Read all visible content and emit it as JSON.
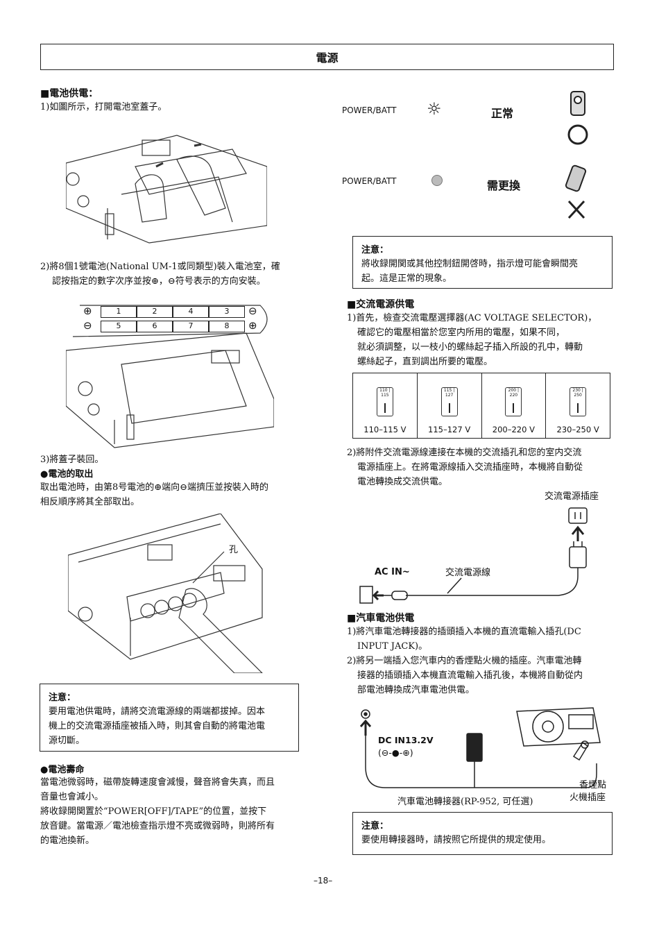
{
  "header": {
    "title": "電源"
  },
  "left": {
    "battery_power_heading": "電池供電：",
    "step1": "1)如圖所示，打開電池室蓋子。",
    "step2_line1": "2)將8個1號電池(National UM-1或同類型)裝入電池室，確",
    "step2_line2": "認按指定的數字次序並按⊕，⊖符号表示的方向安裝。",
    "battery_slots_top": [
      "1",
      "2",
      "4",
      "3"
    ],
    "battery_slots_bottom": [
      "5",
      "6",
      "7",
      "8"
    ],
    "step3": "3)將蓋子裝回。",
    "removal_heading": "●電池的取出",
    "removal_line1": "取出電池時，由第8号電池的⊕端向⊖端擠压並按裝入時的",
    "removal_line2": "相反順序將其全部取出。",
    "hole_label": "孔",
    "note1_title": "注意：",
    "note1_line1": "要用電池供電時，請將交流電源線的兩端都拔掉。因本",
    "note1_line2": "機上的交流電源插座被插入時，則其會自動的將電池電",
    "note1_line3": "源切斷。",
    "life_heading": "●電池壽命",
    "life_line1": "當電池微弱時，磁帶旋轉速度會減慢，聲音將會失真，而且",
    "life_line2": "音量也會減小。",
    "life_line3": "將收録開関置於“POWER[OFF]/TAPE”的位置，並按下",
    "life_line4": "放音鍵。當電源／電池檢查指示燈不亮或微弱時，則將所有",
    "life_line5": "的電池換新。"
  },
  "right": {
    "indicator_label_1": "POWER/BATT",
    "indicator_status_1": "正常",
    "indicator_label_2": "POWER/BATT",
    "indicator_status_2": "需更換",
    "note2_title": "注意：",
    "note2_line1": "將收録開関或其他控制鈕開啓時，指示燈可能會瞬間亮",
    "note2_line2": "起。這是正常的現象。",
    "ac_heading": "交流電源供電",
    "ac_step1_line1": "1)首先，檢查交流電壓選擇器(AC VOLTAGE SELECTOR)，",
    "ac_step1_line2": "確認它的電壓相當於您室内所用的電壓，如果不同，",
    "ac_step1_line3": "就必須調整，以一枝小的螺絲起子插入所設的孔中，轉動",
    "ac_step1_line4": "螺絲起子，直到調出所要的電壓。",
    "voltage_options": [
      {
        "range": "110–115 V",
        "dial": "110 | 115"
      },
      {
        "range": "115–127 V",
        "dial": "115 | 127"
      },
      {
        "range": "200–220 V",
        "dial": "200 | 220"
      },
      {
        "range": "230–250 V",
        "dial": "230 | 250"
      }
    ],
    "ac_step2_line1": "2)將附件交流電源線連接在本機的交流插孔和您的室内交流",
    "ac_step2_line2": "電源插座上。在將電源線插入交流插座時，本機將自動從",
    "ac_step2_line3": "電池轉換成交流供電。",
    "outlet_label": "交流電源插座",
    "ac_in_label": "AC IN~",
    "cord_label": "交流電源線",
    "car_heading": "汽車電池供電",
    "car_step1_line1": "1)將汽車電池轉接器的插頭插入本機的直流電輸入插孔(DC",
    "car_step1_line2": "INPUT JACK)。",
    "car_step2_line1": "2)將另一端插入您汽車内的香煙點火機的插座。汽車電池轉",
    "car_step2_line2": "接器的插頭插入本機直流電輸入插孔後，本機將自動從内",
    "car_step2_line3": "部電池轉換成汽車電池供電。",
    "dc_label": "DC IN13.2V",
    "dc_polarity": "(⊖-●-⊕)",
    "lighter_label_1": "香煙點",
    "lighter_label_2": "火機插座",
    "adapter_label": "汽車電池轉接器(RP-952, 可任選)",
    "note3_title": "注意：",
    "note3_line1": "要使用轉接器時，請按照它所提供的規定使用。"
  },
  "footer": {
    "page_number": "–18–"
  }
}
